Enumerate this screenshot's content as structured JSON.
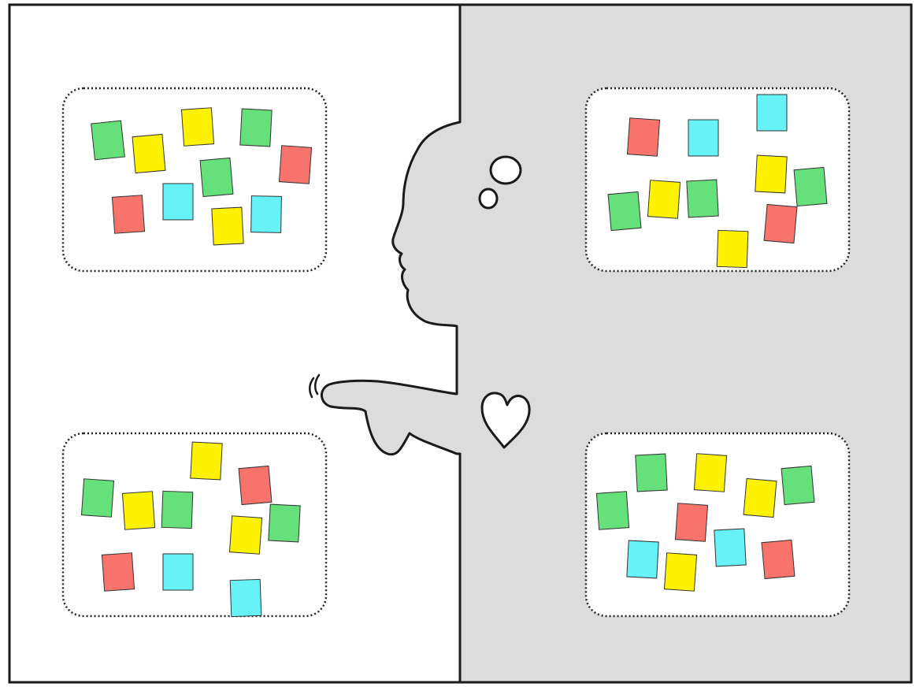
{
  "colors": {
    "page_background": "#ffffff",
    "right_panel_background": "#dcdcdc",
    "outline": "#1a1a1a",
    "box_border": "#222222",
    "box_fill": "#ffffff",
    "note_green": "#66e07a",
    "note_yellow": "#fff200",
    "note_red": "#f7736b",
    "note_cyan": "#66f2f7"
  },
  "icons": {
    "silhouette": "person-profile-silhouette",
    "thought": "thought-bubble-icon",
    "heart": "heart-icon",
    "pointing_hand": "pointing-hand-icon",
    "motion_marks": "motion-lines-icon"
  },
  "boxes": [
    {
      "name": "top-left-note-cluster",
      "notes": [
        "green",
        "yellow",
        "yellow",
        "green",
        "red",
        "green",
        "red",
        "cyan",
        "yellow",
        "cyan"
      ]
    },
    {
      "name": "bottom-left-note-cluster",
      "notes": [
        "yellow",
        "green",
        "yellow",
        "green",
        "red",
        "green",
        "yellow",
        "red",
        "cyan",
        "cyan"
      ]
    },
    {
      "name": "top-right-note-cluster",
      "notes": [
        "cyan",
        "red",
        "cyan",
        "yellow",
        "green",
        "green",
        "yellow",
        "green",
        "red",
        "yellow"
      ]
    },
    {
      "name": "bottom-right-note-cluster",
      "notes": [
        "green",
        "yellow",
        "green",
        "green",
        "yellow",
        "red",
        "cyan",
        "cyan",
        "yellow",
        "red"
      ]
    }
  ]
}
